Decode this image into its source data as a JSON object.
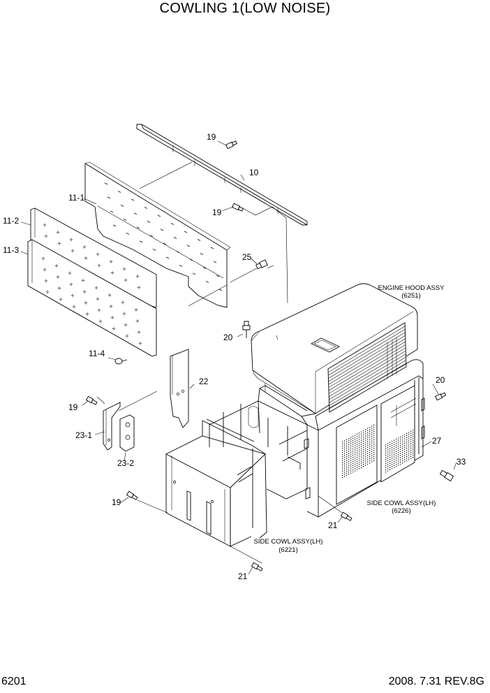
{
  "title": "COWLING 1(LOW NOISE)",
  "footer": {
    "page": "6201",
    "date_rev": "2008. 7.31  REV.8G"
  },
  "part_labels": {
    "p19a": "19",
    "p10": "10",
    "p11_1": "11-1",
    "p19b": "19",
    "p11_2": "11-2",
    "p11_3": "11-3",
    "p25": "25",
    "p20a": "20",
    "p11_4": "11-4",
    "p22": "22",
    "p20b": "20",
    "p19c": "19",
    "p23_1": "23-1",
    "p23_2": "23-2",
    "p27": "27",
    "p33": "33",
    "p19d": "19",
    "p21a": "21",
    "p21b": "21"
  },
  "assemblies": {
    "engine_hood": {
      "name": "ENGINE HOOD ASSY",
      "code": "(6251)"
    },
    "side_cowl_rear": {
      "name": "SIDE COWL ASSY(LH)",
      "code": "(6226)"
    },
    "side_cowl_front": {
      "name": "SIDE COWL ASSY(LH)",
      "code": "(6221)"
    }
  }
}
